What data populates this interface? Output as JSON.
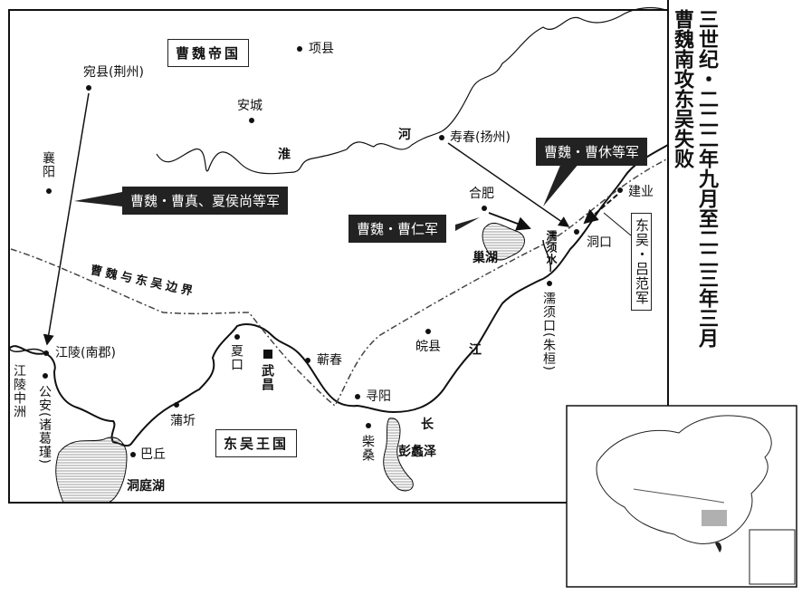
{
  "title": {
    "line1": "三世纪・二二二年九月至二二三年三月",
    "line2": "曹魏南攻东吴失败"
  },
  "regions": {
    "wei": "曹魏帝国",
    "wu": "东吴王国",
    "border": "曹魏与东吴边界"
  },
  "armies": {
    "cao_zhen": "曹魏・曹真、夏侯尚等军",
    "cao_xiu": "曹魏・曹休等军",
    "cao_ren": "曹魏・曹仁军",
    "lv_fan": "东吴・吕范军"
  },
  "rivers": {
    "huai1": "淮",
    "huai2": "河",
    "jiang1": "江",
    "jiang2": "长",
    "ruxu": "濡须水"
  },
  "lakes": {
    "chao": "巢湖",
    "dongting": "洞庭湖",
    "pengli": "彭蠡泽"
  },
  "places": {
    "xiang": "项县",
    "wan": "宛县(荆州)",
    "ancheng": "安城",
    "xiangyang": "襄阳",
    "shouchun": "寿春(扬州)",
    "hefei": "合肥",
    "jianye": "建业",
    "dongkou": "洞口",
    "ruxukou": "濡须口(朱桓)",
    "wan_county": "皖县",
    "xunyang": "寻阳",
    "chaisang": "柴桑",
    "jiangling": "江陵(南郡)",
    "jiangling_zhongzhou": "江陵中洲",
    "gongan": "公安(诸葛瑾)",
    "baqiu": "巴丘",
    "puqi": "蒲圻",
    "xiakou": "夏口",
    "wuchang": "武昌",
    "qichun": "蕲春"
  },
  "colors": {
    "ink": "#111111",
    "inset_highlight": "#b0b0b0"
  }
}
